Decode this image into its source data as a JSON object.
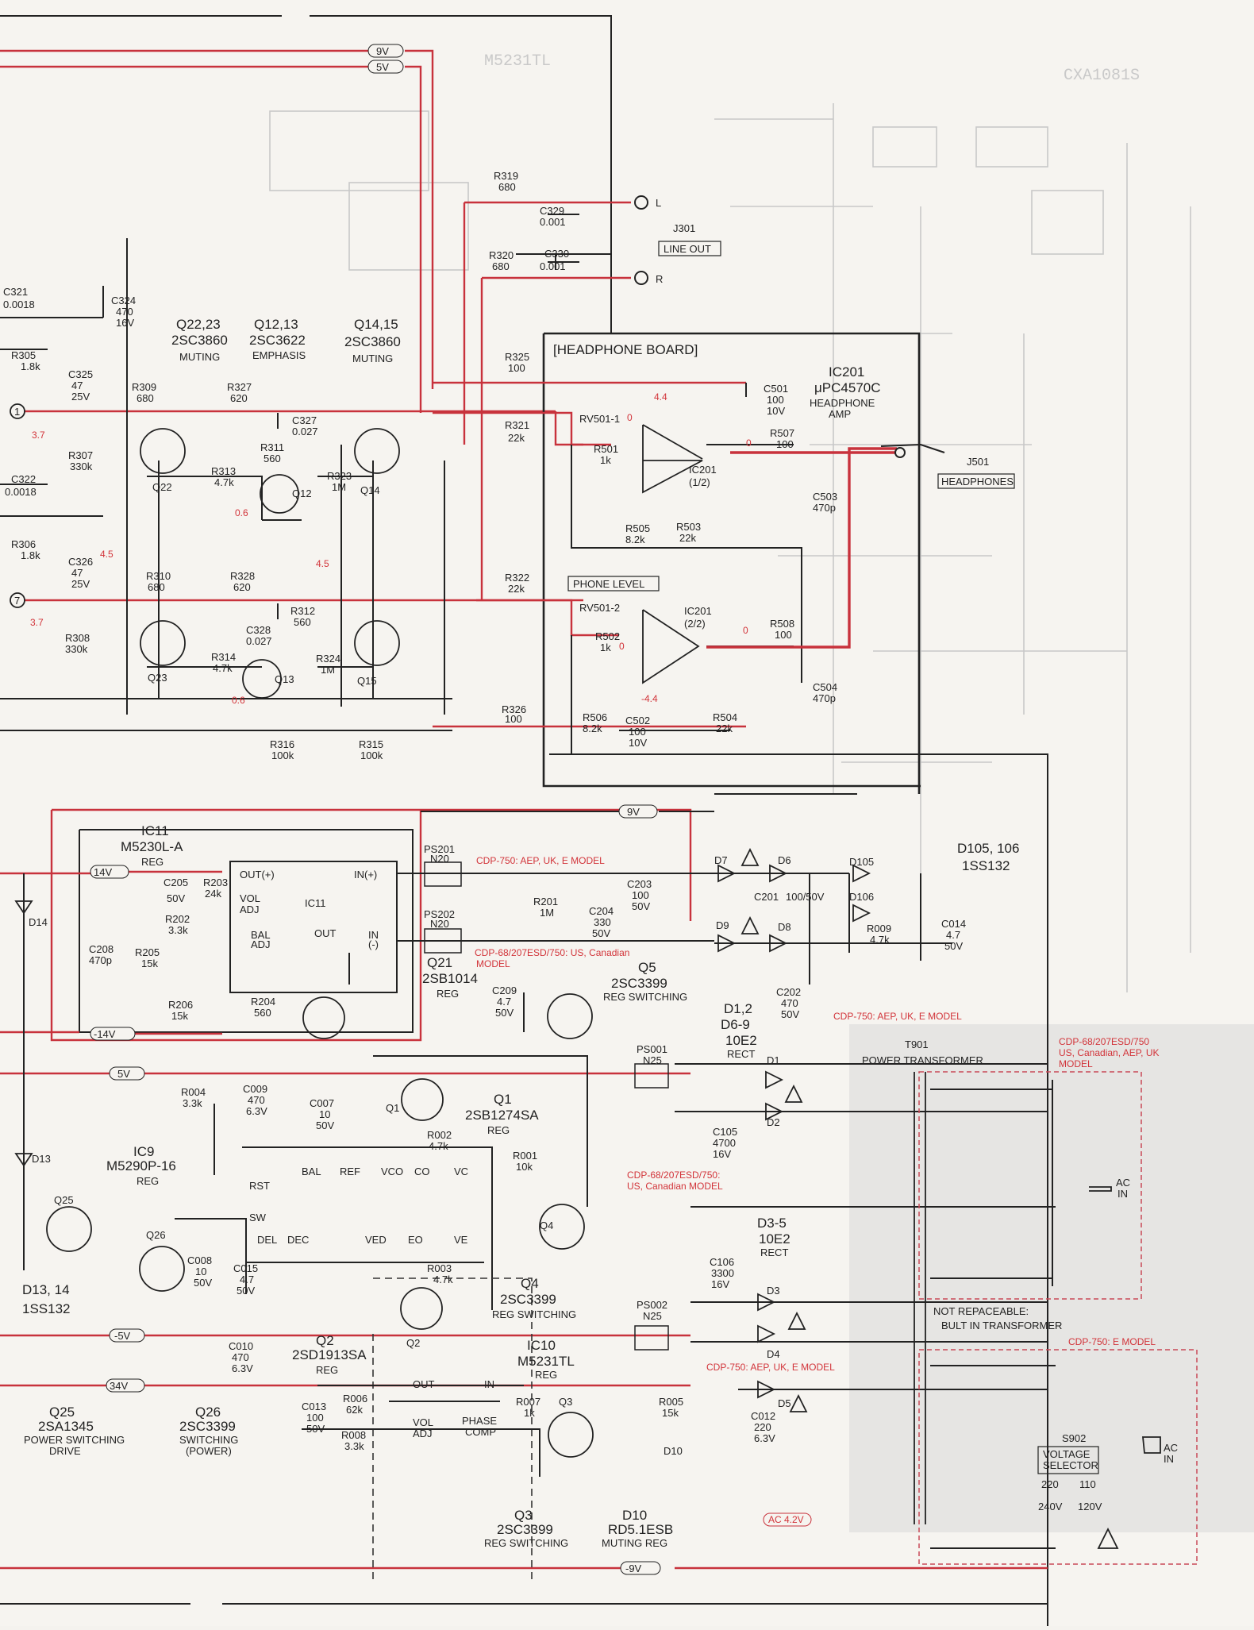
{
  "supply": {
    "v9": "9V",
    "v5": "5V",
    "v9b": "9V",
    "v5b": "5V",
    "m5": "-5V",
    "v34": "34V",
    "m9": "-9V",
    "v14": "14V",
    "m14": "-14V",
    "ac42": "AC 4.2V"
  },
  "ghost": {
    "ic_a": "M5231TL",
    "ic_b": "CXA1081S"
  },
  "lineout": {
    "j": "J301",
    "box": "LINE OUT",
    "l": "L",
    "r": "R",
    "r319": "R319",
    "r319v": "680",
    "r320": "R320",
    "r320v": "680",
    "c329": "C329",
    "c329v": "0.001",
    "c330": "C330",
    "c330v": "0.001"
  },
  "muting": {
    "c321": "C321",
    "c321v": "0.0018",
    "c324": "C324",
    "c324v1": "470",
    "c324v2": "16V",
    "r305": "R305",
    "r305v": "1.8k",
    "c325": "C325",
    "c325v1": "47",
    "c325v2": "25V",
    "r309": "R309",
    "r309v": "680",
    "r327": "R327",
    "r327v": "620",
    "c327": "C327",
    "c327v": "0.027",
    "r311": "R311",
    "r311v": "560",
    "r313": "R313",
    "r313v": "4.7k",
    "r323": "R323",
    "r323v": "1M",
    "r307": "R307",
    "r307v": "330k",
    "c322": "C322",
    "c322v": "0.0018",
    "r306": "R306",
    "r306v": "1.8k",
    "c326": "C326",
    "c326v1": "47",
    "c326v2": "25V",
    "r310": "R310",
    "r310v": "680",
    "r328": "R328",
    "r328v": "620",
    "r312": "R312",
    "r312v": "560",
    "c328": "C328",
    "c328v": "0.027",
    "r314": "R314",
    "r314v": "4.7k",
    "r324": "R324",
    "r324v": "1M",
    "r308": "R308",
    "r308v": "330k",
    "r316": "R316",
    "r316v": "100k",
    "r315": "R315",
    "r315v": "100k",
    "q2223": "Q22,23",
    "q2223t": "2SC3860",
    "q2223f": "MUTING",
    "q1213": "Q12,13",
    "q1213t": "2SC3622",
    "q1213f": "EMPHASIS",
    "q1415": "Q14,15",
    "q1415t": "2SC3860",
    "q1415f": "MUTING",
    "q22": "Q22",
    "q12": "Q12",
    "q14": "Q14",
    "q23": "Q23",
    "q13": "Q13",
    "q15": "Q15",
    "v37": "3.7",
    "v45": "4.5",
    "v45b": "4.5",
    "v06": "0.6",
    "v06b": "0.6",
    "v37b": "3.7",
    "pin1": "1",
    "pin7": "7"
  },
  "headphone": {
    "title": "[HEADPHONE BOARD]",
    "ic": "IC201",
    "ict": "μPC4570C",
    "icf1": "HEADPHONE",
    "icf2": "AMP",
    "r325": "R325",
    "r325v": "100",
    "r321": "R321",
    "r321v": "22k",
    "r322": "R322",
    "r322v": "22k",
    "r326": "R326",
    "r326v": "100",
    "rv1": "RV501-1",
    "rv2": "RV501-2",
    "r501": "R501",
    "r501v": "1k",
    "r502": "R502",
    "r502v": "1k",
    "c501": "C501",
    "c501v1": "100",
    "c501v2": "10V",
    "r507": "R507",
    "r507v": "100",
    "r508": "R508",
    "r508v": "100",
    "c503": "C503",
    "c503v": "470p",
    "c504": "C504",
    "c504v": "470p",
    "r505": "R505",
    "r505v": "8.2k",
    "r503": "R503",
    "r503v": "22k",
    "r506": "R506",
    "r506v": "8.2k",
    "r504": "R504",
    "r504v": "22k",
    "c502": "C502",
    "c502v1": "100",
    "c502v2": "10V",
    "ica": "IC201",
    "icap": "(1/2)",
    "icb": "IC201",
    "icbp": "(2/2)",
    "phone": "PHONE LEVEL",
    "j501": "J501",
    "jbox": "HEADPHONES",
    "v44": "4.4",
    "vm44": "-4.4",
    "v0a": "0",
    "v0b": "0",
    "v0c": "0",
    "v0d": "0"
  },
  "regsec": {
    "ic11": "IC11",
    "ic11t": "M5230L-A",
    "ic11f": "REG",
    "c205": "C205",
    "c205v": "50V",
    "r203": "R203",
    "r203v": "24k",
    "r202": "R202",
    "r202v": "3.3k",
    "c208": "C208",
    "c208v": "470p",
    "r205": "R205",
    "r205v": "15k",
    "r206": "R206",
    "r206v": "15k",
    "r204": "R204",
    "r204v": "560",
    "ps201": "PS201",
    "ps201v": "N20",
    "ps202": "PS202",
    "ps202v": "N20",
    "r201": "R201",
    "r201v": "1M",
    "c204": "C204",
    "c204v1": "330",
    "c204v2": "50V",
    "c203": "C203",
    "c203v1": "100",
    "c203v2": "50V",
    "c209": "C209",
    "c209v1": "4.7",
    "c209v2": "50V",
    "q21": "Q21",
    "q21t": "2SB1014",
    "q21f": "REG",
    "q5": "Q5",
    "q5t": "2SC3399",
    "q5f": "REG SWITCHING",
    "note1": "CDP-750: AEP, UK, E MODEL",
    "note2": "CDP-68/207ESD/750: US, Canadian",
    "note2b": "MODEL",
    "pin_out": "OUT(+)",
    "pin_vol": "VOL",
    "pin_adj": "ADJ",
    "pin_bal": "BAL",
    "pin_badj": "ADJ",
    "pin_o": "OUT",
    "pin_inp": "IN(+)",
    "pin_inm": "IN",
    "pin_inm2": "(-)",
    "ic11in": "IC11"
  },
  "rect": {
    "d7": "D7",
    "d6": "D6",
    "d9": "D9",
    "d8": "D8",
    "d105": "D105",
    "d106": "D106",
    "d105t": "D105, 106",
    "d105tt": "1SS132",
    "c201": "C201",
    "c201v": "100/50V",
    "c202": "C202",
    "c202v1": "470",
    "c202v2": "50V",
    "r009": "R009",
    "r009v": "4.7k",
    "c014": "C014",
    "c014v1": "4.7",
    "c014v2": "50V",
    "d12": "D1,2",
    "d69": "D6-9",
    "d12t": "10E2",
    "d12f": "RECT",
    "note3": "CDP-750: AEP, UK, E MODEL",
    "ps001": "PS001",
    "ps001v": "N25",
    "d1": "D1",
    "d2": "D2",
    "c105": "C105",
    "c105v1": "4700",
    "c105v2": "16V",
    "note4": "CDP-68/207ESD/750:",
    "note4b": "US, Canadian MODEL",
    "d35": "D3-5",
    "d35t": "10E2",
    "d35f": "RECT",
    "c106": "C106",
    "c106v1": "3300",
    "c106v2": "16V",
    "d3": "D3",
    "d4": "D4",
    "d5": "D5",
    "ps002": "PS002",
    "ps002v": "N25",
    "note5": "CDP-750: AEP, UK, E MODEL",
    "c012": "C012",
    "c012v1": "220",
    "c012v2": "6.3V",
    "r005": "R005",
    "r005v": "15k",
    "d10": "D10"
  },
  "trans": {
    "t901": "T901",
    "t901t": "POWER TRANSFORMER",
    "note6": "CDP-68/207ESD/750",
    "note6b": "US, Canadian, AEP, UK",
    "note6c": "MODEL",
    "acin": "AC",
    "acin2": "IN",
    "notrep": "NOT REPACEABLE:",
    "notrep2": "BULT IN TRANSFORMER",
    "note7": "CDP-750: E MODEL",
    "s902": "S902",
    "vsel": "VOLTAGE",
    "vsel2": "SELECTOR",
    "v220": "220",
    "v110": "110",
    "v240": "240V",
    "v120": "120V",
    "acin3": "AC",
    "acin4": "IN"
  },
  "lower": {
    "d14": "D14",
    "d13": "D13",
    "ic9": "IC9",
    "ic9t": "M5290P-16",
    "ic9f": "REG",
    "r004": "R004",
    "r004v": "3.3k",
    "c009": "C009",
    "c009v1": "470",
    "c009v2": "6.3V",
    "c007": "C007",
    "c007v1": "10",
    "c007v2": "50V",
    "q1": "Q1",
    "q1t": "2SB1274SA",
    "q1f": "REG",
    "r002": "R002",
    "r002v": "4.7k",
    "r001": "R001",
    "r001v": "10k",
    "q4": "Q4",
    "q4t": "2SC3399",
    "q4f": "REG SWITCHING",
    "r003": "R003",
    "r003v": "4.7k",
    "q2": "Q2",
    "q2t": "2SD1913SA",
    "q2f": "REG",
    "q25": "Q25",
    "q26": "Q26",
    "c008": "C008",
    "c008v1": "10",
    "c008v2": "50V",
    "c015": "C015",
    "c015v1": "4.7",
    "c015v2": "50V",
    "c010": "C010",
    "c010v1": "470",
    "c010v2": "6.3V",
    "d1314": "D13, 14",
    "d1314t": "1SS132",
    "ic10": "IC10",
    "ic10t": "M5231TL",
    "ic10f": "REG",
    "c013": "C013",
    "c013v1": "100",
    "c013v2": "50V",
    "r006": "R006",
    "r006v": "62k",
    "r008": "R008",
    "r008v": "3.3k",
    "r007": "R007",
    "r007v": "1k",
    "q3": "Q3",
    "q25b": "Q25",
    "q25t": "2SA1345",
    "q25f": "POWER SWITCHING",
    "q25f2": "DRIVE",
    "q26b": "Q26",
    "q26t": "2SC3399",
    "q26f": "SWITCHING",
    "q26f2": "(POWER)",
    "q3b": "Q3",
    "q3t": "2SC3399",
    "q3f": "REG SWITCHING",
    "d10b": "D10",
    "d10t": "RD5.1ESB",
    "d10f": "MUTING REG",
    "p_rst": "RST",
    "p_sw": "SW",
    "p_bal": "BAL",
    "p_ref": "REF",
    "p_vco": "VCO",
    "p_co": "CO",
    "p_vc": "VC",
    "p_del": "DEL",
    "p_dec": "DEC",
    "p_ved": "VED",
    "p_eo": "EO",
    "p_ve": "VE",
    "p_out": "OUT",
    "p_in": "IN",
    "p_vol": "VOL",
    "p_adj": "ADJ",
    "p_phase": "PHASE",
    "p_comp": "COMP"
  }
}
